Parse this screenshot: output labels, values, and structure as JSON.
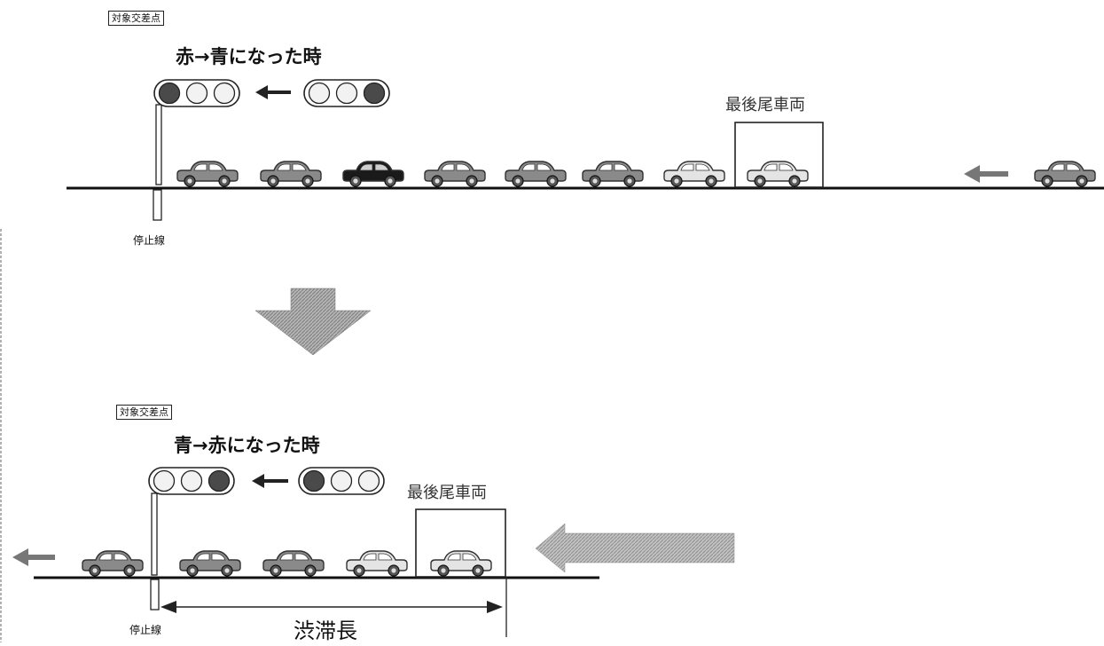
{
  "top": {
    "tag": "対象交差点",
    "title": "赤→青になった時",
    "last_vehicle": "最後尾車両",
    "stop_line": "停止線"
  },
  "bottom": {
    "tag": "対象交差点",
    "title": "青→赤になった時",
    "last_vehicle": "最後尾車両",
    "stop_line": "停止線",
    "jam_length": "渋滞長"
  },
  "colors": {
    "line": "#111111",
    "car_gray": "#8a8a8a",
    "car_dark": "#1a1a1a",
    "car_light": "#e4e4e4",
    "lamp_lit": "#4a4a4a",
    "lamp_off": "#f2f2f2",
    "arrow_gray": "#9a9a9a"
  }
}
